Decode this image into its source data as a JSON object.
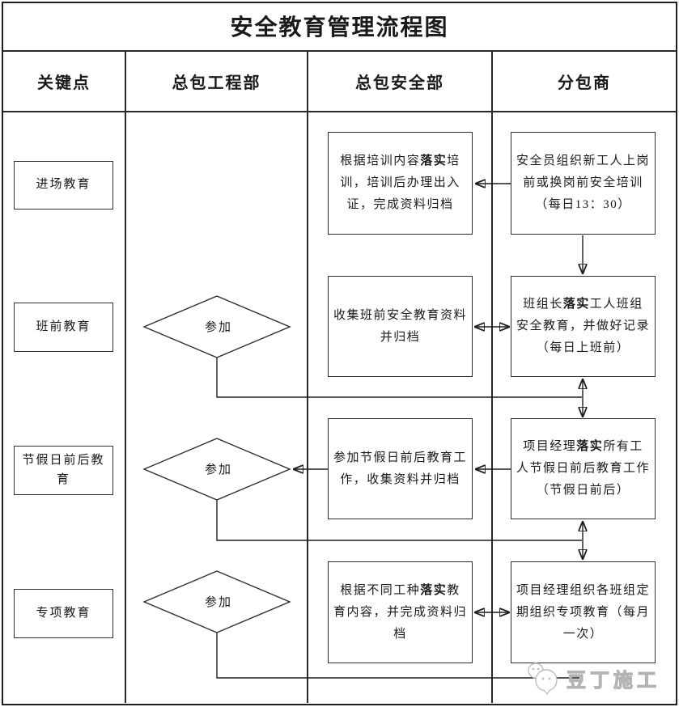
{
  "title": "安全教育管理流程图",
  "columns": [
    {
      "label": "关键点"
    },
    {
      "label": "总包工程部"
    },
    {
      "label": "总包安全部"
    },
    {
      "label": "分包商"
    }
  ],
  "rows": [
    {
      "key": "进场教育",
      "diamond": "",
      "safety": {
        "pre": "根据培训内容",
        "bold": "落实",
        "post": "培训，培训后办理出入证，完成资料归档"
      },
      "sub": {
        "pre": "安全员组织新工人上岗前或换岗前安全培训 （每日13：30）",
        "bold": "",
        "post": ""
      }
    },
    {
      "key": "班前教育",
      "diamond": "参加",
      "safety": {
        "pre": "收集班前安全教育资料并归档",
        "bold": "",
        "post": ""
      },
      "sub": {
        "pre": "班组长",
        "bold": "落实",
        "post": "工人班组安全教育，并做好记录（每日上班前）"
      }
    },
    {
      "key": "节假日前后教育",
      "diamond": "参加",
      "safety": {
        "pre": "参加节假日前后教育工作，收集资料并归档",
        "bold": "",
        "post": ""
      },
      "sub": {
        "pre": "项目经理",
        "bold": "落实",
        "post": "所有工人节假日前后教育工作（节假日前后）"
      }
    },
    {
      "key": "专项教育",
      "diamond": "参加",
      "safety": {
        "pre": "根据不同工种",
        "bold": "落实",
        "post": "教育内容，并完成资料归档"
      },
      "sub": {
        "pre": "项目经理组织各班组定期组织专项教育（每月一次）",
        "bold": "",
        "post": ""
      }
    }
  ],
  "watermark": {
    "text": "豆丁施工",
    "icon": "chick-logo"
  },
  "colors": {
    "ink": "#1a1a1a",
    "grid_line": "#2a2a2a",
    "box_border": "#2f2f2f",
    "background": "#ffffff",
    "watermark_gray": "#b3b3b3"
  }
}
